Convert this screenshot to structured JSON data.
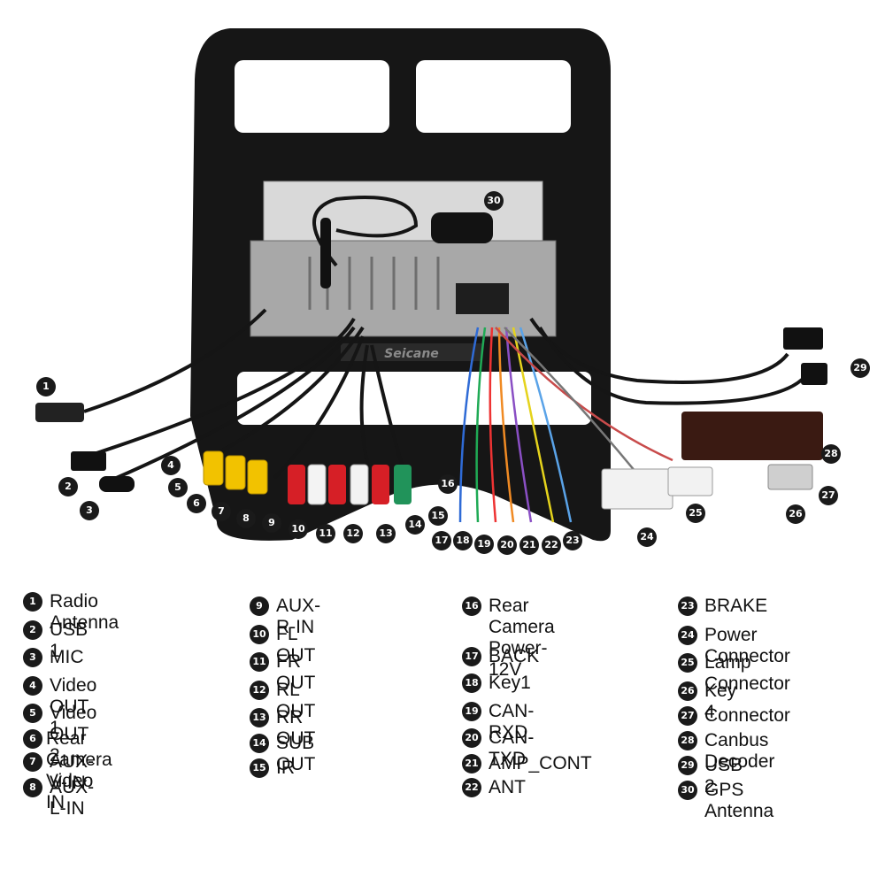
{
  "brand": "Seicane",
  "callouts": [
    {
      "n": "1"
    },
    {
      "n": "2"
    },
    {
      "n": "3"
    },
    {
      "n": "4"
    },
    {
      "n": "5"
    },
    {
      "n": "6"
    },
    {
      "n": "7"
    },
    {
      "n": "8"
    },
    {
      "n": "9"
    },
    {
      "n": "10"
    },
    {
      "n": "11"
    },
    {
      "n": "12"
    },
    {
      "n": "13"
    },
    {
      "n": "14"
    },
    {
      "n": "15"
    },
    {
      "n": "16"
    },
    {
      "n": "17"
    },
    {
      "n": "18"
    },
    {
      "n": "19"
    },
    {
      "n": "20"
    },
    {
      "n": "21"
    },
    {
      "n": "22"
    },
    {
      "n": "23"
    },
    {
      "n": "24"
    },
    {
      "n": "25"
    },
    {
      "n": "26"
    },
    {
      "n": "27"
    },
    {
      "n": "28"
    },
    {
      "n": "29"
    },
    {
      "n": "30"
    }
  ],
  "legend": [
    [
      {
        "n": "1",
        "label": "Radio Antenna"
      },
      {
        "n": "2",
        "label": "USB 1"
      },
      {
        "n": "3",
        "label": "MIC"
      },
      {
        "n": "4",
        "label": "Video OUT 1"
      },
      {
        "n": "5",
        "label": "Video OUT 2"
      },
      {
        "n": "6",
        "label": "Rear Camera Video IN"
      },
      {
        "n": "7",
        "label": "AUX-V-IN"
      },
      {
        "n": "8",
        "label": "AUX-L-IN"
      }
    ],
    [
      {
        "n": "9",
        "label": "AUX-R-IN"
      },
      {
        "n": "10",
        "label": "FL OUT"
      },
      {
        "n": "11",
        "label": "FR OUT"
      },
      {
        "n": "12",
        "label": "RL OUT"
      },
      {
        "n": "13",
        "label": "RR OUT"
      },
      {
        "n": "14",
        "label": "SUB OUT"
      },
      {
        "n": "15",
        "label": "IR"
      }
    ],
    [
      {
        "n": "16",
        "label": "Rear Camera\nPower-12V"
      },
      {
        "n": "17",
        "label": "BACK"
      },
      {
        "n": "18",
        "label": "Key1"
      },
      {
        "n": "19",
        "label": "CAN-RXD"
      },
      {
        "n": "20",
        "label": "CAN-TXD"
      },
      {
        "n": "21",
        "label": "AMP_CONT"
      },
      {
        "n": "22",
        "label": "ANT"
      }
    ],
    [
      {
        "n": "23",
        "label": "BRAKE"
      },
      {
        "n": "24",
        "label": "Power Connector"
      },
      {
        "n": "25",
        "label": "Lamp Connector"
      },
      {
        "n": "26",
        "label": "Key 4"
      },
      {
        "n": "27",
        "label": "Connector"
      },
      {
        "n": "28",
        "label": "Canbus Decoder"
      },
      {
        "n": "29",
        "label": "USB 2"
      },
      {
        "n": "30",
        "label": "GPS Antenna"
      }
    ]
  ]
}
